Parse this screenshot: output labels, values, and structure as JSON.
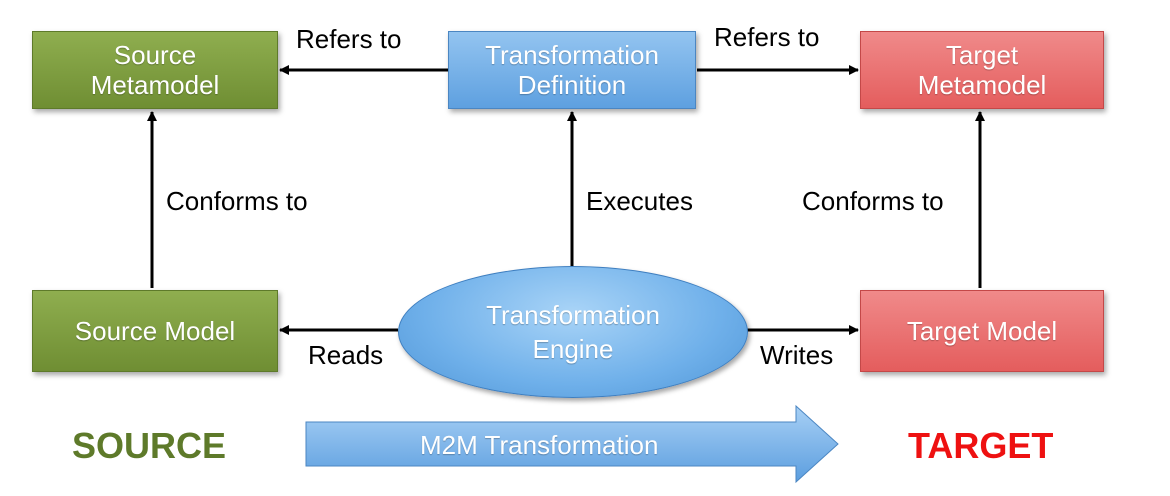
{
  "nodes": {
    "source_metamodel": "Source\nMetamodel",
    "transformation_definition": "Transformation\nDefinition",
    "target_metamodel": "Target\nMetamodel",
    "source_model": "Source Model",
    "transformation_engine": "Transformation\nEngine",
    "target_model": "Target Model"
  },
  "edges": {
    "refers_to_left": "Refers to",
    "refers_to_right": "Refers to",
    "conforms_to_left": "Conforms to",
    "executes": "Executes",
    "conforms_to_right": "Conforms to",
    "reads": "Reads",
    "writes": "Writes"
  },
  "footer": {
    "source": "SOURCE",
    "m2m": "M2M Transformation",
    "target": "TARGET"
  },
  "colors": {
    "green": "#7a9a3e",
    "red": "#e86b6b",
    "blue": "#6fb0ea",
    "source_text": "#5e7a2a",
    "target_text": "#ee1111"
  }
}
